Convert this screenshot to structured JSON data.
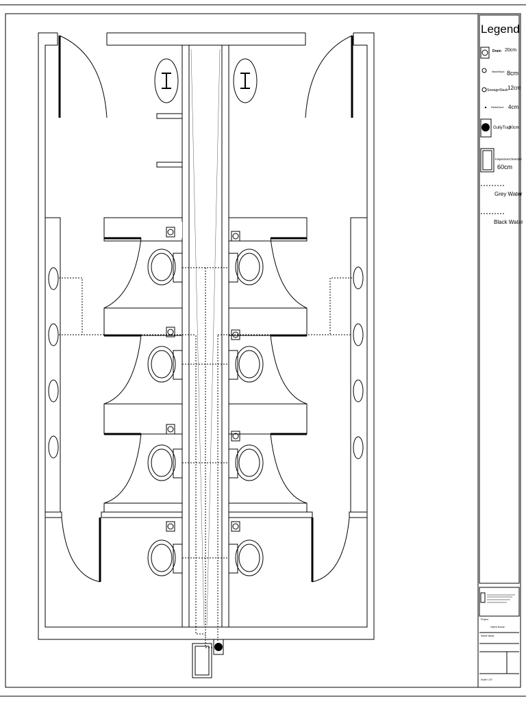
{
  "legend": {
    "title": "Legend",
    "items": [
      {
        "name": "Drain",
        "size": "20cm",
        "icon": "drain-icon"
      },
      {
        "name": "WasteStack",
        "size": "8cm",
        "icon": "waste-stack-icon"
      },
      {
        "name": "SewageStack",
        "size": "12cm",
        "icon": "sewage-stack-icon"
      },
      {
        "name": "ReliefVent",
        "size": "4cm",
        "icon": "relief-vent-icon"
      },
      {
        "name": "GullyTrap",
        "size": "30cm",
        "icon": "gully-trap-icon"
      },
      {
        "name": "InspectionChamber",
        "size": "60cm",
        "icon": "inspection-chamber-icon"
      }
    ],
    "lines": [
      {
        "name": "Grey Water"
      },
      {
        "name": "Black Water"
      }
    ]
  },
  "title_block": {
    "project_label": "Project",
    "project_name": "Opera House",
    "sheet_label": "Sheet Name",
    "scale": "Scale 1:20"
  },
  "colors": {
    "line": "#000000",
    "paper": "#ffffff"
  }
}
